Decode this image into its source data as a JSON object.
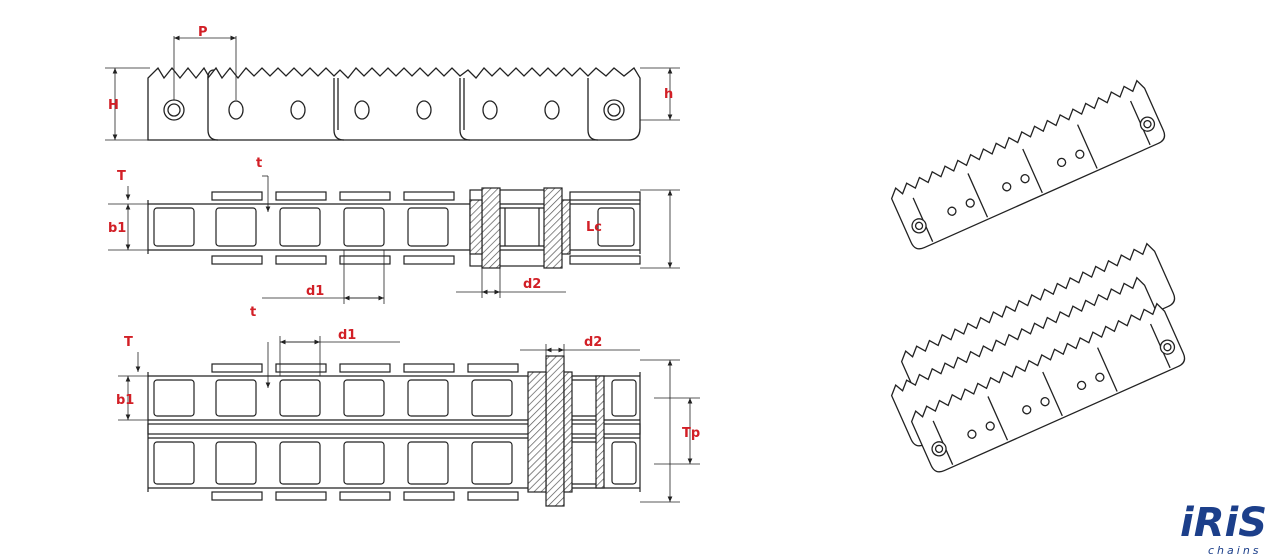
{
  "labels": {
    "pitch": "P",
    "height_H": "H",
    "height_h": "h",
    "plate_T_simplex": "T",
    "plate_t_simplex": "t",
    "inner_width_simplex": "b1",
    "pin_length": "Lc",
    "roller_d1_simplex": "d1",
    "pin_d2_simplex": "d2",
    "stray_t_mark": "t",
    "plate_T_duplex": "T",
    "roller_d1_duplex": "d1",
    "pin_d2_duplex": "d2",
    "inner_width_duplex": "b1",
    "transverse_pitch": "Tp"
  },
  "logo": {
    "brand": "iRiS",
    "sub": "chains",
    "color": "#1c3f8a"
  },
  "colors": {
    "dimension": "#d21f26",
    "line": "#222222",
    "hatch": "#555555"
  }
}
